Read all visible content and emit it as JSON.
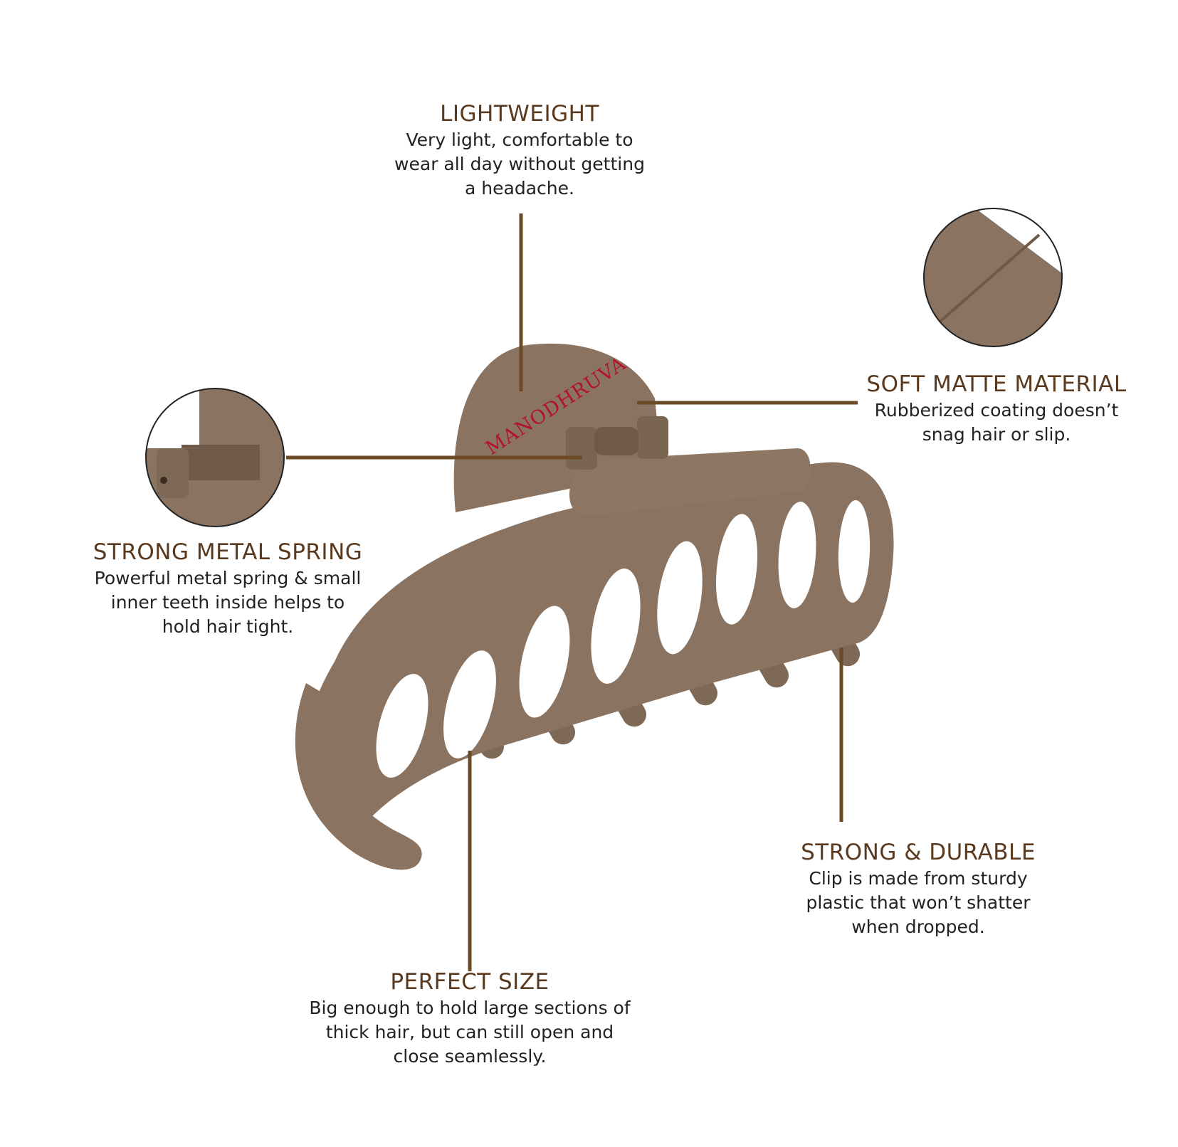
{
  "brand": {
    "name": "MANODHRUVA",
    "color": "#b3122a"
  },
  "colors": {
    "clip": "#8a7360",
    "leader_line": "#6b4a25",
    "heading": "#5a3a1e"
  },
  "features": {
    "lightweight": {
      "title": "LIGHTWEIGHT",
      "text": "Very light, comfortable to\nwear all day without getting\na headache."
    },
    "matte": {
      "title": "SOFT MATTE MATERIAL",
      "text": "Rubberized coating doesn’t\nsnag hair or slip."
    },
    "spring": {
      "title": "STRONG METAL SPRING",
      "text": "Powerful metal spring & small\ninner teeth inside helps to\nhold hair tight."
    },
    "durable": {
      "title": "STRONG & DURABLE",
      "text": "Clip is made from sturdy\nplastic that won’t shatter\nwhen dropped."
    },
    "size": {
      "title": "PERFECT SIZE",
      "text": "Big enough to hold large sections of\nthick hair, but can still open and\nclose seamlessly."
    }
  }
}
